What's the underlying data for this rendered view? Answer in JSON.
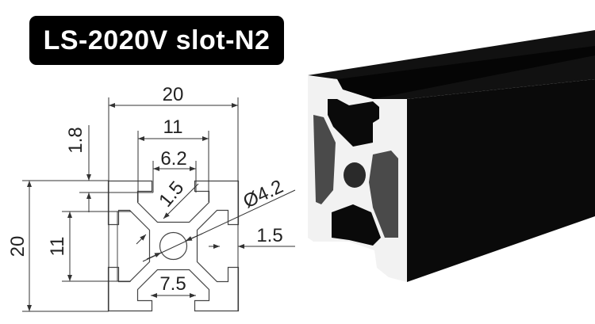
{
  "title": "LS-2020V slot-N2",
  "dimensions": {
    "overall_width": "20",
    "overall_height": "20",
    "slot_inner_width": "11",
    "slot_opening": "6.2",
    "lip_thickness": "1.8",
    "side_slot_height": "11",
    "web_thickness": "1.5",
    "hole_diameter": "Ø4.2",
    "wall_thickness": "1.5",
    "bottom_slot": "7.5"
  },
  "colors": {
    "profile": "#000000",
    "section": "#f2f2f2",
    "badge": "#000000"
  }
}
